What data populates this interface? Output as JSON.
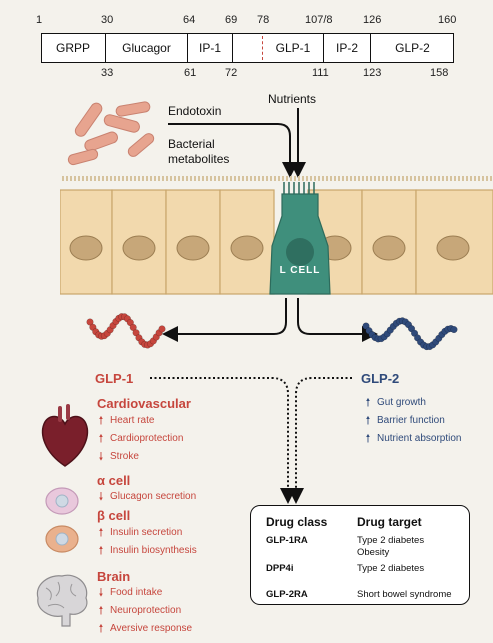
{
  "proglucagon": {
    "top_numbers": [
      "1",
      "30",
      "64",
      "69",
      "78",
      "107/8",
      "126",
      "160"
    ],
    "bottom_numbers": [
      "33",
      "61",
      "72",
      "111",
      "123",
      "158"
    ],
    "segments": [
      "GRPP",
      "Glucagor",
      "IP-1",
      "",
      "GLP-1",
      "IP-2",
      "GLP-2"
    ]
  },
  "inputs": {
    "endotoxin": "Endotoxin",
    "bacterial": "Bacterial metabolites",
    "nutrients": "Nutrients"
  },
  "lcell_label": "L CELL",
  "glp1": {
    "title": "GLP-1",
    "cardio": {
      "title": "Cardiovascular",
      "items": [
        {
          "dir": "up",
          "text": "Heart rate"
        },
        {
          "dir": "up",
          "text": "Cardioprotection"
        },
        {
          "dir": "down",
          "text": "Stroke"
        }
      ]
    },
    "alpha": {
      "title": "α cell",
      "items": [
        {
          "dir": "down",
          "text": "Glucagon secretion"
        }
      ]
    },
    "beta": {
      "title": "β cell",
      "items": [
        {
          "dir": "up",
          "text": "Insulin secretion"
        },
        {
          "dir": "up",
          "text": "Insulin biosynthesis"
        }
      ]
    },
    "brain": {
      "title": "Brain",
      "items": [
        {
          "dir": "down",
          "text": "Food intake"
        },
        {
          "dir": "up",
          "text": "Neuroprotection"
        },
        {
          "dir": "up",
          "text": "Aversive response"
        }
      ]
    }
  },
  "glp2": {
    "title": "GLP-2",
    "items": [
      {
        "dir": "up",
        "text": "Gut growth"
      },
      {
        "dir": "up",
        "text": "Barrier function"
      },
      {
        "dir": "up",
        "text": "Nutrient absorption"
      }
    ]
  },
  "drug_table": {
    "headers": [
      "Drug class",
      "Drug target"
    ],
    "rows": [
      {
        "cls": "GLP-1RA",
        "target": "Type 2 diabetes\nObesity"
      },
      {
        "cls": "DPP4i",
        "target": "Type 2 diabetes"
      },
      {
        "cls": "GLP-2RA",
        "target": "Short bowel syndrome"
      }
    ]
  },
  "colors": {
    "red": "#c6463d",
    "blue": "#2f4a7a",
    "lcell": "#3f8f7c",
    "epithelium": "#f2d9ad"
  }
}
